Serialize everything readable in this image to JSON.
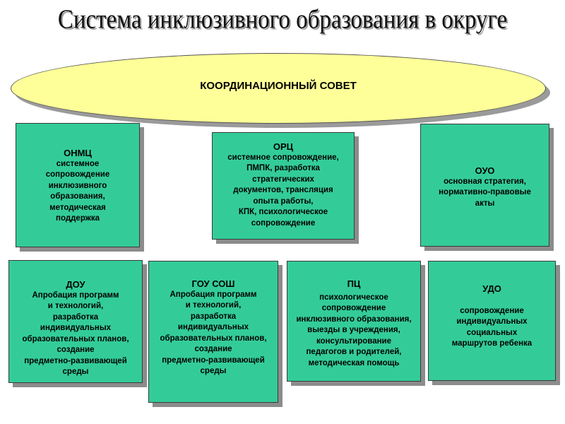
{
  "title": "Система инклюзивного образования  в округе",
  "council": {
    "label": "КООРДИНАЦИОННЫЙ СОВЕТ"
  },
  "top_boxes": [
    {
      "title": "ОНМЦ",
      "text": "системное\nсопровождение\nинклюзивного\nобразования,\nметодическая\nподдержка"
    },
    {
      "title": "ОРЦ",
      "text": "системное сопровождение,\nПМПК,  разработка\nстратегических\nдокументов, трансляция\nопыта работы,\nКПК, психологическое\nсопровождение"
    },
    {
      "title": "ОУО",
      "text": "основная стратегия,\nнормативно-правовые\nакты"
    }
  ],
  "bottom_boxes": [
    {
      "title": "ДОУ",
      "text": "Апробация программ\nи технологий,\nразработка\nиндивидуальных\nобразовательных планов,\nсоздание\nпредметно-развивающей\nсреды"
    },
    {
      "title": "ГОУ СОШ",
      "text": "Апробация программ\nи технологий,\nразработка\nиндивидуальных\nобразовательных планов,\nсоздание\nпредметно-развивающей\nсреды"
    },
    {
      "title": "ПЦ",
      "text": "психологическое\nсопровождение\nинклюзивного образования,\nвыезды в учреждения,\nконсультирование\nпедагогов и родителей,\nметодическая помощь"
    },
    {
      "title": "УДО",
      "text": "сопровождение\nиндивидуальных\nсоциальных\nмаршрутов ребенка"
    }
  ]
}
